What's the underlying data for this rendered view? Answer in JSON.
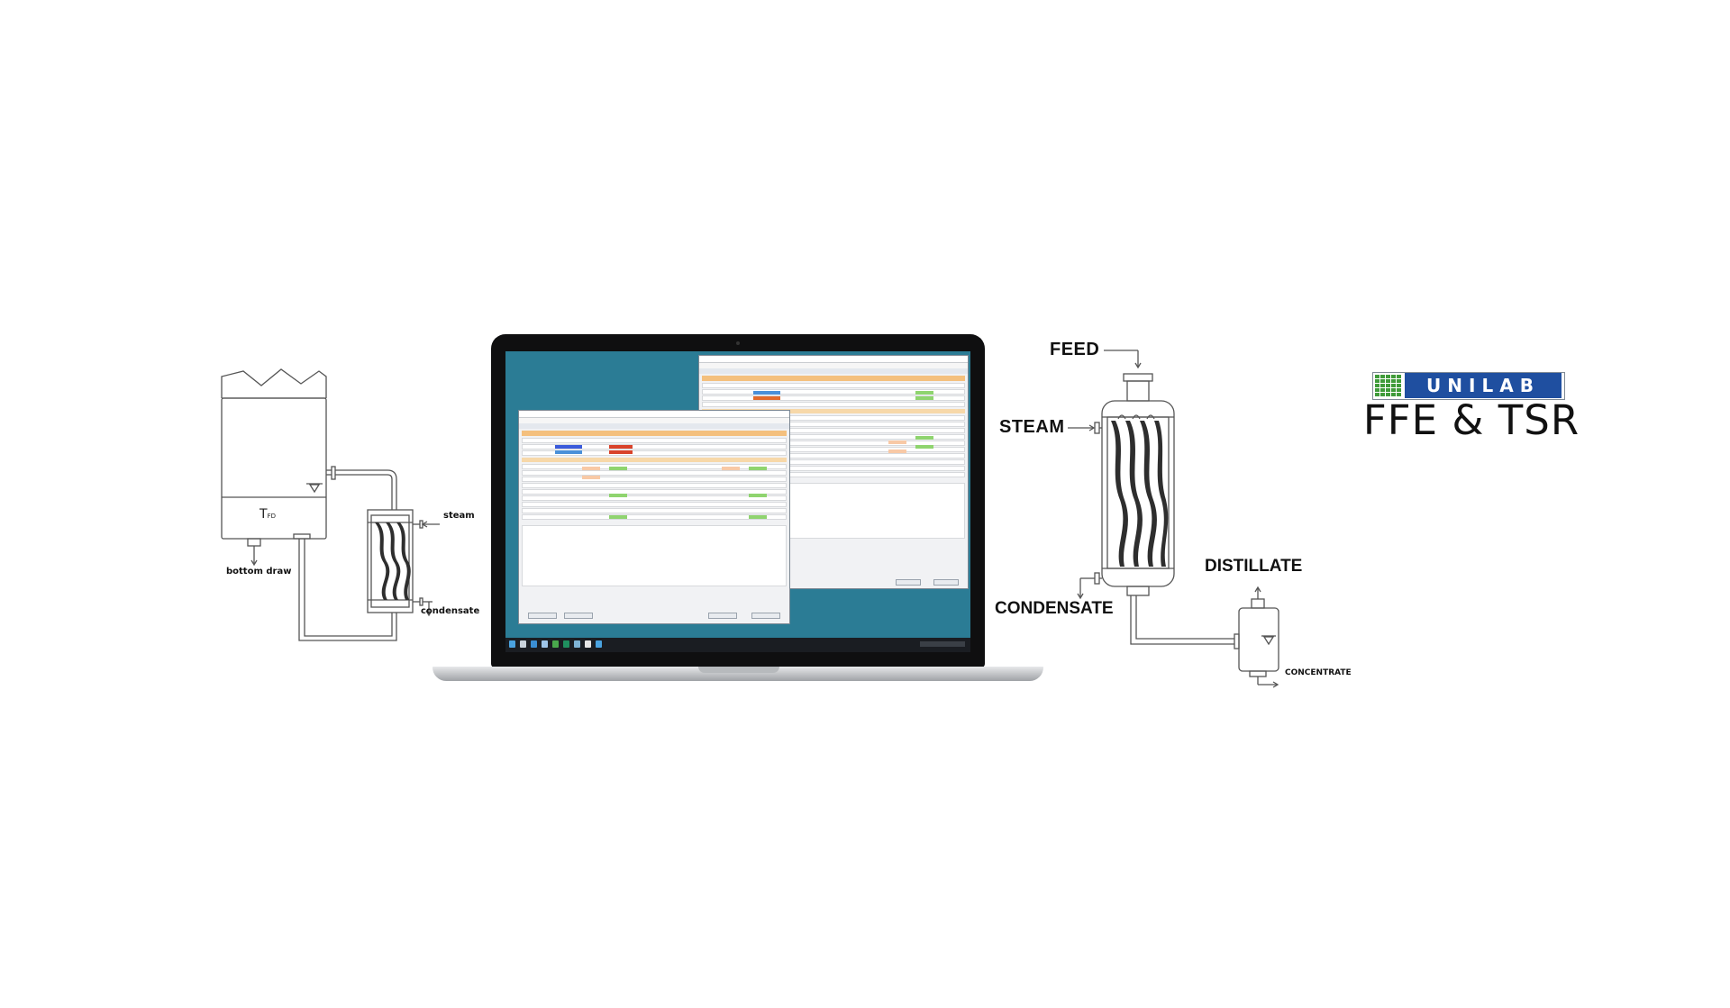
{
  "left_diagram": {
    "tank_symbol": "T",
    "tank_symbol_sub": "FD",
    "steam_label": "steam",
    "condensate_label": "condensate",
    "bottom_draw_label": "bottom draw"
  },
  "right_diagram": {
    "feed_label": "FEED",
    "steam_label": "STEAM",
    "condensate_label": "CONDENSATE",
    "distillate_label": "DISTILLATE",
    "concentrate_label": "CONCENTRATE"
  },
  "logo": {
    "brand": "UNILAB",
    "product": "FFE & TSR",
    "brand_color": "#1f4fa0",
    "grid_color": "#3f9b3a"
  },
  "laptop": {
    "desktop_color": "#2b7c95",
    "taskbar_color": "#1a1d22",
    "window_accent": "#f4c07e"
  }
}
